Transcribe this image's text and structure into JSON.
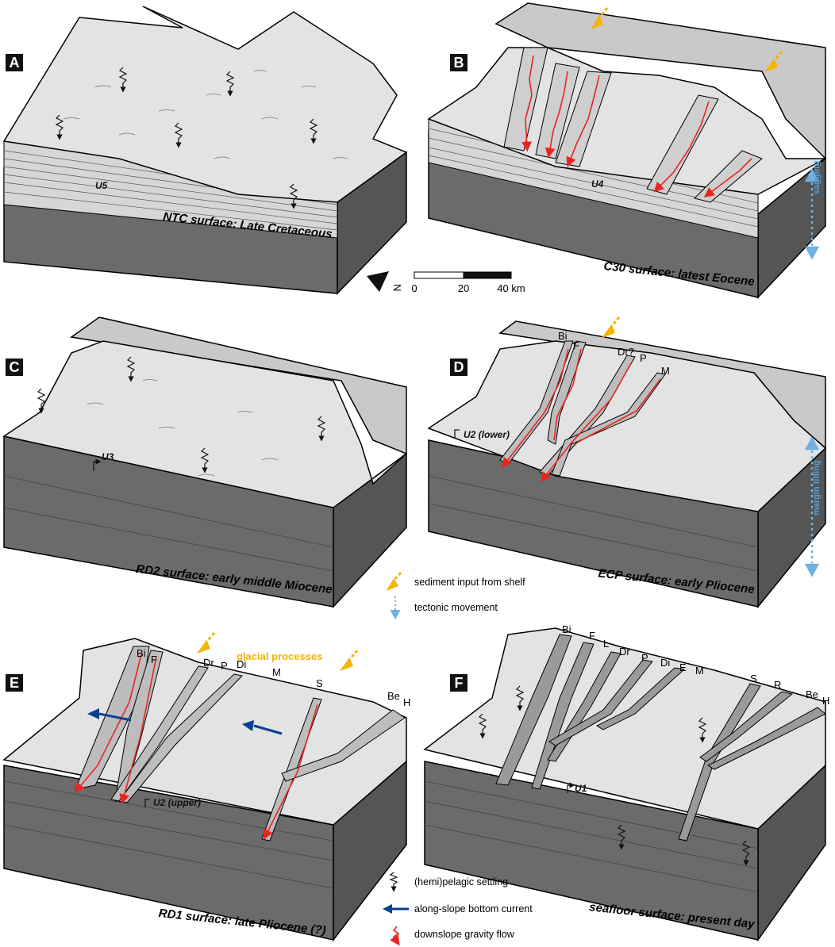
{
  "panels": [
    {
      "id": "A",
      "letter": "A",
      "caption": "NTC surface: Late Cretaceous",
      "units": [
        {
          "label": "U5"
        }
      ],
      "channels": [],
      "side_label": ""
    },
    {
      "id": "B",
      "letter": "B",
      "caption": "C30 surface: latest Eocene",
      "units": [
        {
          "label": "U4"
        }
      ],
      "channels": [],
      "side_label": "sagging"
    },
    {
      "id": "C",
      "letter": "C",
      "caption": "RD2 surface: early middle Miocene",
      "units": [
        {
          "label": "U3"
        }
      ],
      "channels": [],
      "side_label": ""
    },
    {
      "id": "D",
      "letter": "D",
      "caption": "ECP surface: early Pliocene",
      "units": [
        {
          "label": "U2 (lower)"
        }
      ],
      "channels": [
        "Bi",
        "F",
        "Dr?",
        "P",
        "M"
      ],
      "side_label": "margin tilting"
    },
    {
      "id": "E",
      "letter": "E",
      "caption": "RD1 surface: late Pliocene (?)",
      "units": [
        {
          "label": "U2 (upper)"
        }
      ],
      "channels": [
        "Bi",
        "F",
        "Dr",
        "P",
        "Di",
        "M",
        "S",
        "Be",
        "H"
      ],
      "annotation": "glacial processes",
      "side_label": ""
    },
    {
      "id": "F",
      "letter": "F",
      "caption": "seafloor surface: present day",
      "units": [
        {
          "label": "U1"
        }
      ],
      "channels": [
        "Bi",
        "F",
        "L",
        "Dr",
        "P",
        "Di",
        "E",
        "M",
        "S",
        "R",
        "Be",
        "H"
      ],
      "side_label": ""
    }
  ],
  "scale_bar": {
    "ticks": [
      "0",
      "20",
      "40 km"
    ],
    "north_label": "N"
  },
  "legend_top": [
    {
      "icon": "sediment-input-arrow-icon",
      "label": "sediment input from shelf"
    },
    {
      "icon": "tectonic-movement-arrow-icon",
      "label": "tectonic movement"
    }
  ],
  "legend_bottom": [
    {
      "icon": "pelagic-settling-icon",
      "label": "(hemi)pelagic settling"
    },
    {
      "icon": "bottom-current-arrow-icon",
      "label": "along-slope bottom current"
    },
    {
      "icon": "gravity-flow-icon",
      "label": "downslope gravity flow"
    }
  ],
  "colors": {
    "surface": "#e3e3e3",
    "shelf_wall": "#c9c9c9",
    "block_front": "#6b6b6b",
    "block_side": "#555555",
    "sediment_yellow": "#f5b400",
    "tectonic_blue": "#6fb0e0",
    "current_blue": "#0b3f8f",
    "flow_red": "#e8251f",
    "channel_fill": "#9a9a9a"
  }
}
